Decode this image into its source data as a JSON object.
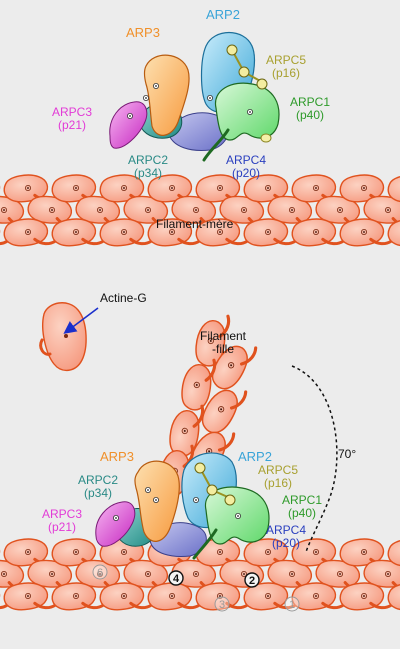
{
  "top": {
    "labels": {
      "arp3": "ARP3",
      "arp2": "ARP2",
      "arpc5": {
        "name": "ARPC5",
        "sub": "(p16)"
      },
      "arpc3": {
        "name": "ARPC3",
        "sub": "(p21)"
      },
      "arpc1": {
        "name": "ARPC1",
        "sub": "(p40)"
      },
      "arpc2": {
        "name": "ARPC2",
        "sub": "(p34)"
      },
      "arpc4": {
        "name": "ARPC4",
        "sub": "(p20)"
      }
    },
    "filament_label": "Filament-mère"
  },
  "bottom": {
    "actin_g_label": "Actine-G",
    "daughter_label": {
      "line1": "Filament",
      "line2": "-fille"
    },
    "angle_label": "70°",
    "labels": {
      "arp3": "ARP3",
      "arp2": "ARP2",
      "arpc5": {
        "name": "ARPC5",
        "sub": "(p16)"
      },
      "arpc2": {
        "name": "ARPC2",
        "sub": "(p34)"
      },
      "arpc1": {
        "name": "ARPC1",
        "sub": "(p40)"
      },
      "arpc3": {
        "name": "ARPC3",
        "sub": "(p21)"
      },
      "arpc4": {
        "name": "ARPC4",
        "sub": "(p20)"
      }
    },
    "subunit_numbers": [
      "6",
      "4",
      "2",
      "3",
      "1"
    ]
  },
  "colors": {
    "background": "#ececec",
    "actin_fill": "#f7a98f",
    "actin_stroke": "#e0521e",
    "arp3": "#f79a3e",
    "arp2": "#3fa9d8",
    "arpc5": "#a8a030",
    "arpc3": "#e23bd6",
    "arpc1": "#2e9a2a",
    "arpc2": "#2a8a86",
    "arpc4": "#2a3fbf",
    "arrow": "#1a2fcc"
  }
}
